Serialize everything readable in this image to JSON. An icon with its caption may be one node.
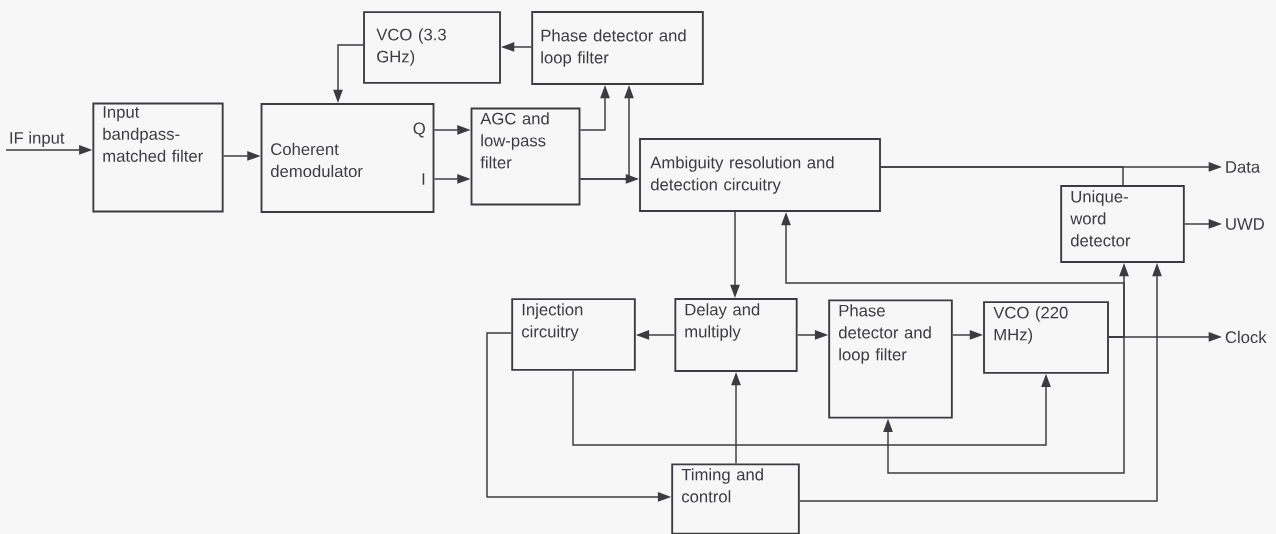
{
  "diagram": {
    "nodes": [
      {
        "text": [
          "IF input"
        ]
      },
      {
        "text": [
          "Input bandpass-matched filter"
        ]
      },
      {
        "text": [
          "Coherent demodulator",
          "Q",
          "I"
        ]
      },
      {
        "text": [
          "VCO (3.3 GHz)"
        ]
      },
      {
        "text": [
          "Phase detector and loop filter"
        ]
      },
      {
        "text": [
          "AGC and low-pass filter"
        ]
      },
      {
        "text": [
          "Ambiguity resolution and detection circuitry"
        ]
      },
      {
        "text": [
          "Unique-word detector"
        ]
      },
      {
        "text": [
          "Data"
        ]
      },
      {
        "text": [
          "UWD"
        ]
      },
      {
        "text": [
          "Injection circuitry"
        ]
      },
      {
        "text": [
          "Delay and multiply"
        ]
      },
      {
        "text": [
          "Phase detector and loop filter"
        ]
      },
      {
        "text": [
          "VCO (220 MHz)"
        ]
      },
      {
        "text": [
          "Clock"
        ]
      },
      {
        "text": [
          "Timing and control"
        ]
      }
    ],
    "edges": [
      {
        "from": 0,
        "to": 1,
        "arrow": "to"
      },
      {
        "from": 1,
        "to": 2,
        "arrow": "to"
      },
      {
        "from": 3,
        "to": 2,
        "arrow": "to"
      },
      {
        "from": 4,
        "to": 3,
        "arrow": "to"
      },
      {
        "from": 2,
        "to": 5,
        "arrow": "to"
      },
      {
        "from": 2,
        "to": 5,
        "arrow": "to"
      },
      {
        "from": 5,
        "to": 4,
        "arrow": "to"
      },
      {
        "from": 5,
        "to": 6,
        "arrow": "to"
      },
      {
        "from": 5,
        "to": 4,
        "arrow": "to"
      },
      {
        "from": 6,
        "to": 8,
        "arrow": "to"
      },
      {
        "from": 6,
        "to": 7,
        "arrow": "none"
      },
      {
        "from": 7,
        "to": 9,
        "arrow": "to"
      },
      {
        "from": 6,
        "to": 11,
        "arrow": "to"
      },
      {
        "from": 11,
        "to": 10,
        "arrow": "to"
      },
      {
        "from": 11,
        "to": 12,
        "arrow": "to"
      },
      {
        "from": 12,
        "to": 13,
        "arrow": "to"
      },
      {
        "from": 13,
        "to": 14,
        "arrow": "to"
      },
      {
        "from": 13,
        "to": 7,
        "arrow": "to"
      },
      {
        "from": 13,
        "to": 6,
        "arrow": "to"
      },
      {
        "from": 13,
        "to": 12,
        "arrow": "to"
      },
      {
        "from": 15,
        "to": 7,
        "arrow": "to"
      },
      {
        "from": 15,
        "to": 11,
        "arrow": "to"
      },
      {
        "from": 10,
        "to": 15,
        "arrow": "to"
      },
      {
        "from": 10,
        "to": 13,
        "arrow": "to"
      }
    ]
  }
}
